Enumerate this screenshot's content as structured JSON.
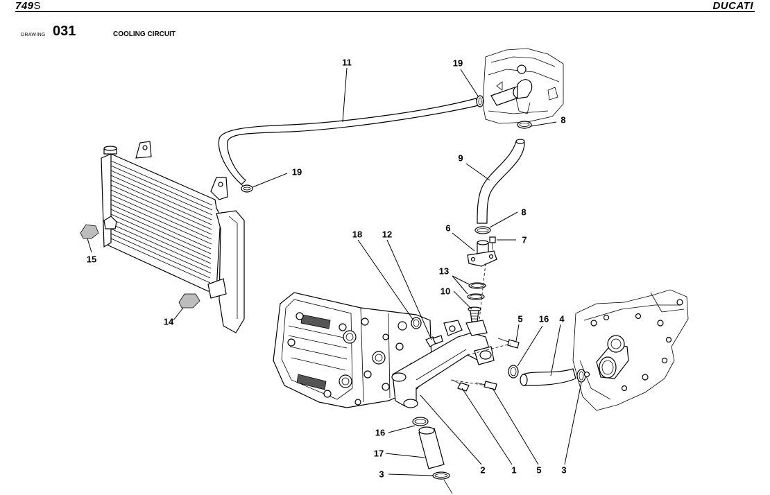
{
  "header": {
    "model_main": "749",
    "model_suffix": "S",
    "brand": "DUCATI"
  },
  "drawing": {
    "word": "DRAWING",
    "number": "031",
    "title": "COOLING CIRCUIT"
  },
  "callouts": {
    "c11": "11",
    "c19_top": "19",
    "c8_top": "8",
    "c9": "9",
    "c19_mid": "19",
    "c8_mid": "8",
    "c6": "6",
    "c7": "7",
    "c13": "13",
    "c10": "10",
    "c18": "18",
    "c12": "12",
    "c15": "15",
    "c14": "14",
    "c5_top": "5",
    "c16_right": "16",
    "c4": "4",
    "c16_left": "16",
    "c17": "17",
    "c3_left": "3",
    "c2": "2",
    "c1": "1",
    "c5_bottom": "5",
    "c3_right": "3"
  }
}
